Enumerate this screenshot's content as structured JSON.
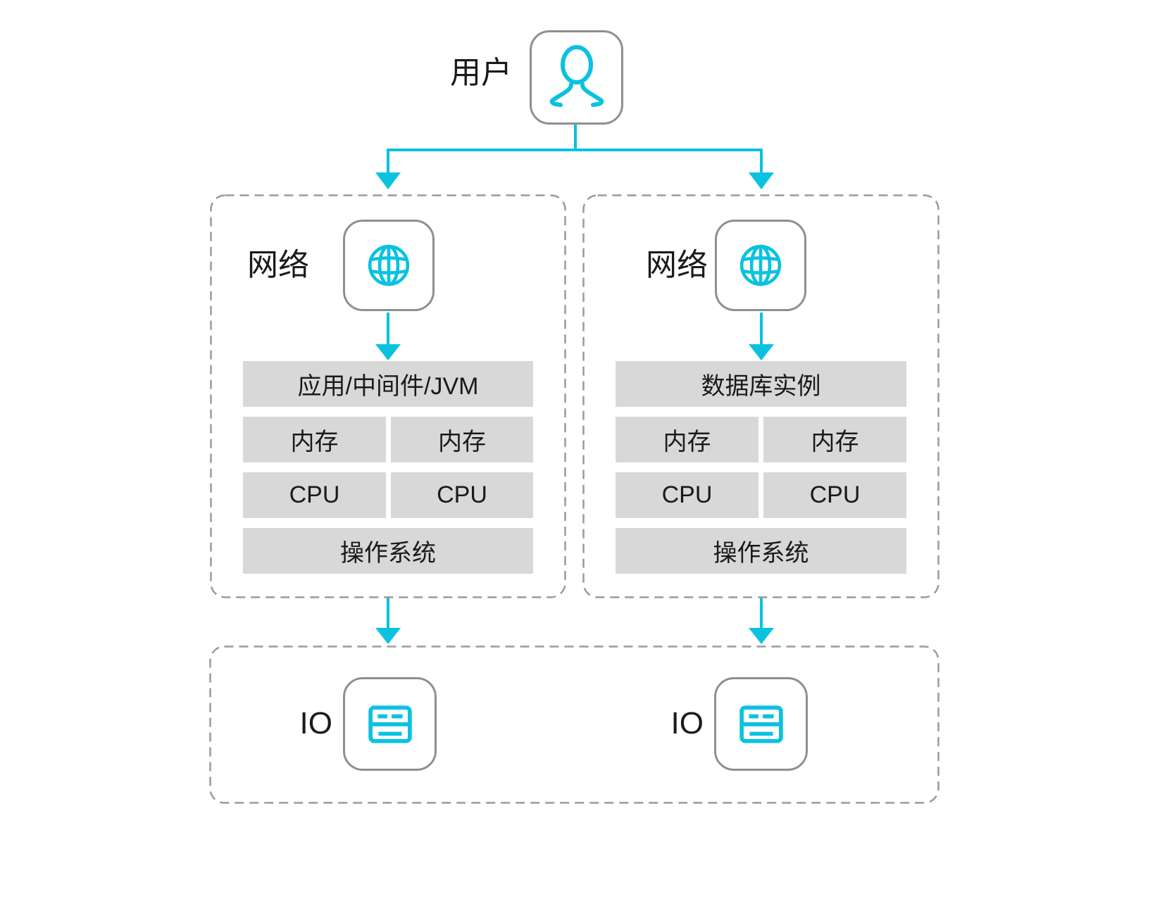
{
  "user": {
    "label": "用户"
  },
  "left_panel": {
    "network_label": "网络",
    "rows": {
      "top": "应用/中间件/JVM",
      "mem1": "内存",
      "mem2": "内存",
      "cpu1": "CPU",
      "cpu2": "CPU",
      "os": "操作系统"
    }
  },
  "right_panel": {
    "network_label": "网络",
    "rows": {
      "top": "数据库实例",
      "mem1": "内存",
      "mem2": "内存",
      "cpu1": "CPU",
      "cpu2": "CPU",
      "os": "操作系统"
    }
  },
  "io_panel": {
    "left_io_label": "IO",
    "right_io_label": "IO"
  },
  "icons": {
    "user": "user-icon",
    "network": "globe-icon",
    "io": "server-icon"
  },
  "colors": {
    "accent": "#0ac2e0",
    "bar_bg": "#d8d8d8",
    "node_border": "#8f8f8f",
    "dashed_border": "#9a9a9a",
    "text": "#1a1a1a"
  }
}
